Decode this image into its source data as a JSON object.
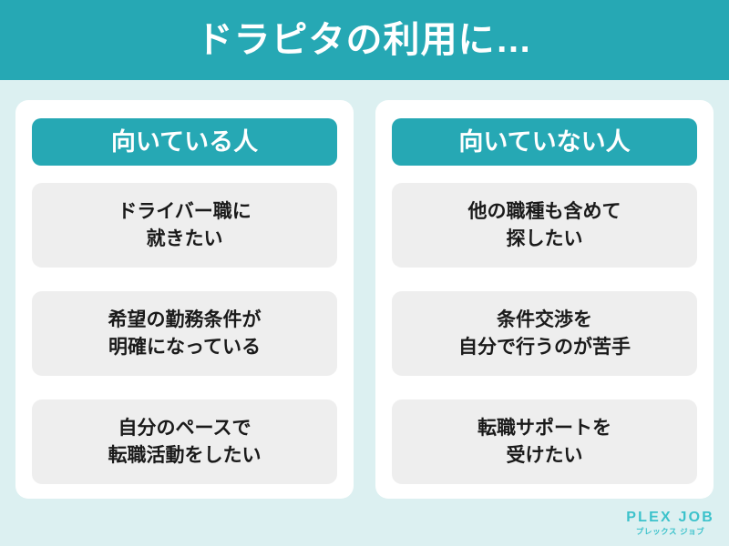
{
  "header": {
    "title": "ドラピタの利用に…",
    "background_color": "#26a8b4",
    "text_color": "#ffffff"
  },
  "page": {
    "background_color": "#dcf0f1",
    "card_background_color": "#ffffff",
    "item_background_color": "#eeeeee",
    "accent_color": "#26a8b4"
  },
  "columns": [
    {
      "heading": "向いている人",
      "items": [
        {
          "text": "ドライバー職に\n就きたい"
        },
        {
          "text": "希望の勤務条件が\n明確になっている"
        },
        {
          "text": "自分のペースで\n転職活動をしたい"
        }
      ]
    },
    {
      "heading": "向いていない人",
      "items": [
        {
          "text": "他の職種も含めて\n探したい"
        },
        {
          "text": "条件交渉を\n自分で行うのが苦手"
        },
        {
          "text": "転職サポートを\n受けたい"
        }
      ]
    }
  ],
  "logo": {
    "main": "PLEX JOB",
    "sub": "プレックス ジョブ",
    "color": "#3cc2cb"
  }
}
